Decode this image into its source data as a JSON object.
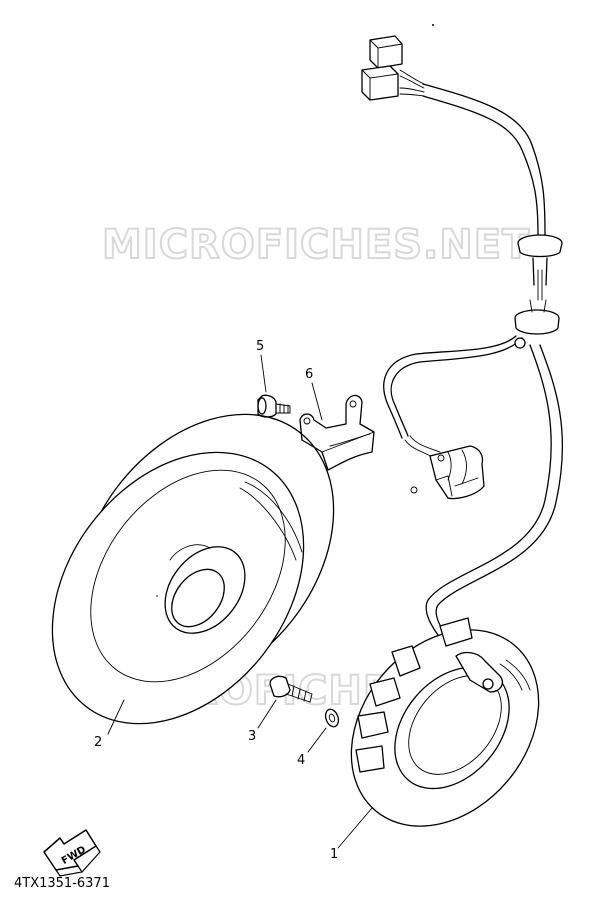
{
  "watermark": "MICROFICHES.NET",
  "callouts": [
    {
      "id": "1",
      "label": "1"
    },
    {
      "id": "2",
      "label": "2"
    },
    {
      "id": "3",
      "label": "3"
    },
    {
      "id": "4",
      "label": "4"
    },
    {
      "id": "5",
      "label": "5"
    },
    {
      "id": "6",
      "label": "6"
    }
  ],
  "fwd_label": "FWD",
  "drawing_code": "4TX1351-6371"
}
